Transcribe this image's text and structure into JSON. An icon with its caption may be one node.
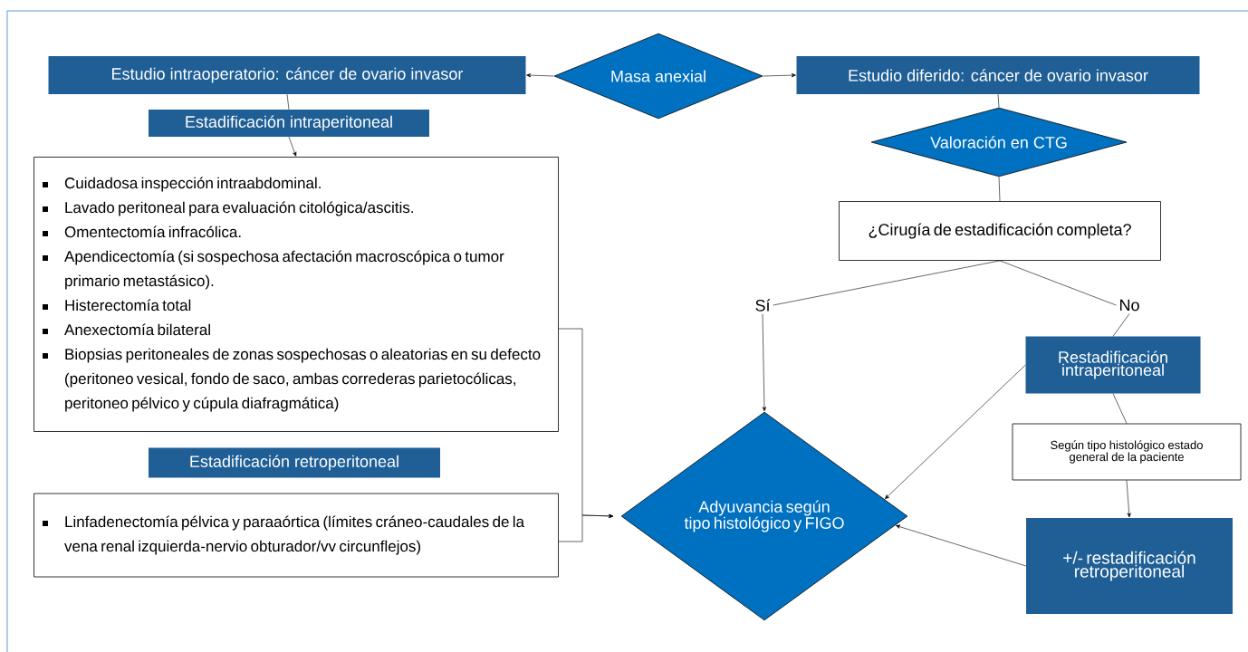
{
  "diagram": {
    "nodes": [
      {
        "text": [
          "Masa anexial"
        ]
      },
      {
        "text": [
          "Estudio intraoperatorio: cáncer de ovario invasor"
        ]
      },
      {
        "text": [
          "Estudio diferido: cáncer de ovario invasor"
        ]
      },
      {
        "text": [
          "Estadificación intraperitoneal"
        ]
      },
      {
        "text": [
          "Cuidadosa inspección intraabdominal.",
          "Lavado peritoneal para evaluación citológica/ascitis.",
          "Omentectomía infracólica.",
          "Apendicectomía (si sospechosa afectación macroscópica o tumor primario metastásico).",
          "Histerectomía total",
          "Anexectomía bilateral",
          "Biopsias peritoneales de zonas sospechosas o aleatorias en su defecto (peritoneo vesical, fondo de saco, ambas correderas parietocólicas, peritoneo pélvico y cúpula diafragmática)"
        ]
      },
      {
        "text": [
          "Estadificación retroperitoneal"
        ]
      },
      {
        "text": [
          "Linfadenectomía pélvica y paraaórtica (límites cráneo-caudales de la vena renal izquierda-nervio obturador/vv circunflejos)"
        ]
      },
      {
        "text": [
          "Valoración en CTG"
        ]
      },
      {
        "text": [
          "¿Cirugía de estadificación completa?"
        ]
      },
      {
        "text": [
          "Sí"
        ]
      },
      {
        "text": [
          "No"
        ]
      },
      {
        "text": [
          "Restadificación intraperitoneal"
        ]
      },
      {
        "text": [
          "Según tipo histológico estado general de la paciente"
        ]
      },
      {
        "text": [
          "+/- restadificación retroperitoneal"
        ]
      },
      {
        "text": [
          "Adyuvancia según tipo histológico y FIGO"
        ]
      }
    ],
    "edges": [
      {
        "from": 0,
        "to": 1,
        "arrow": "to"
      },
      {
        "from": 0,
        "to": 2,
        "arrow": "to"
      },
      {
        "from": 1,
        "to": 3,
        "arrow": "none"
      },
      {
        "from": 3,
        "to": 4,
        "arrow": "to"
      },
      {
        "from": 4,
        "to": 14,
        "arrow": "to"
      },
      {
        "from": 6,
        "to": 14,
        "arrow": "to"
      },
      {
        "from": 2,
        "to": 7,
        "arrow": "none"
      },
      {
        "from": 7,
        "to": 8,
        "arrow": "none"
      },
      {
        "from": 8,
        "to": 9,
        "arrow": "none"
      },
      {
        "from": 8,
        "to": 10,
        "arrow": "none"
      },
      {
        "from": 9,
        "to": 14,
        "arrow": "to"
      },
      {
        "from": 10,
        "to": 11,
        "arrow": "none"
      },
      {
        "from": 11,
        "to": 12,
        "arrow": "none"
      },
      {
        "from": 12,
        "to": 13,
        "arrow": "to"
      },
      {
        "from": 11,
        "to": 14,
        "arrow": "to"
      },
      {
        "from": 13,
        "to": 14,
        "arrow": "to"
      }
    ]
  }
}
